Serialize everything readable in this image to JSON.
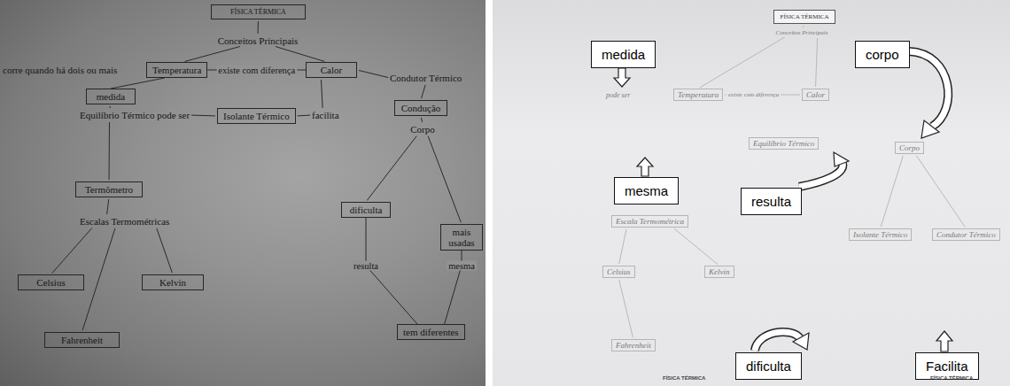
{
  "diagram": {
    "nodes": [
      {
        "text": [
          "FÍSICA TÉRMICA"
        ]
      },
      {
        "text": [
          "Temperatura"
        ]
      },
      {
        "text": [
          "Calor"
        ]
      },
      {
        "text": [
          "medida"
        ]
      },
      {
        "text": [
          "Isolante Térmico"
        ]
      },
      {
        "text": [
          "Condução"
        ]
      },
      {
        "text": [
          "Termômetro"
        ]
      },
      {
        "text": [
          "dificulta"
        ]
      },
      {
        "text": [
          "mais usadas"
        ]
      },
      {
        "text": [
          "Celsius"
        ]
      },
      {
        "text": [
          "Kelvin"
        ]
      },
      {
        "text": [
          "tem diferentes"
        ]
      },
      {
        "text": [
          "Fahrenheit"
        ]
      },
      {
        "text": [
          "FÍSICA TÉRMICA"
        ]
      },
      {
        "text": [
          "medida"
        ]
      },
      {
        "text": [
          "corpo"
        ]
      },
      {
        "text": [
          "mesma"
        ]
      },
      {
        "text": [
          "resulta"
        ]
      },
      {
        "text": [
          "dificulta"
        ]
      },
      {
        "text": [
          "Facilita"
        ]
      },
      {
        "text": [
          "Temperatura"
        ]
      },
      {
        "text": [
          "Calor"
        ]
      },
      {
        "text": [
          "Equilíbrio Térmico"
        ]
      },
      {
        "text": [
          "Escala Termométrica"
        ]
      },
      {
        "text": [
          "Celsius"
        ]
      },
      {
        "text": [
          "Kelvin"
        ]
      },
      {
        "text": [
          "Fahrenheit"
        ]
      },
      {
        "text": [
          "Corpo"
        ]
      },
      {
        "text": [
          "Isolante Térmico"
        ]
      },
      {
        "text": [
          "Condutor Térmico"
        ]
      }
    ],
    "edges": [
      {
        "from": 1,
        "to": 3,
        "arrow": "none"
      },
      {
        "from": 1,
        "to": 2,
        "label": "existe com diferença",
        "arrow": "none"
      },
      {
        "from": 7,
        "to": 11,
        "label": "resulta",
        "arrow": "none"
      },
      {
        "from": 8,
        "to": 11,
        "label": "mesma",
        "arrow": "none"
      }
    ],
    "labels": [
      "Conceitos Principais",
      "corre quando há dois ou mais",
      "Condutor Térmico",
      "Equilíbrio Térmico pode ser",
      "facilita",
      "Corpo",
      "Escalas Termométricas",
      "Conceitos Principais",
      "existe com diferença",
      "pode ser",
      "FÍSICA TÉRMICA",
      "FÍSICA TÉRMICA"
    ]
  }
}
